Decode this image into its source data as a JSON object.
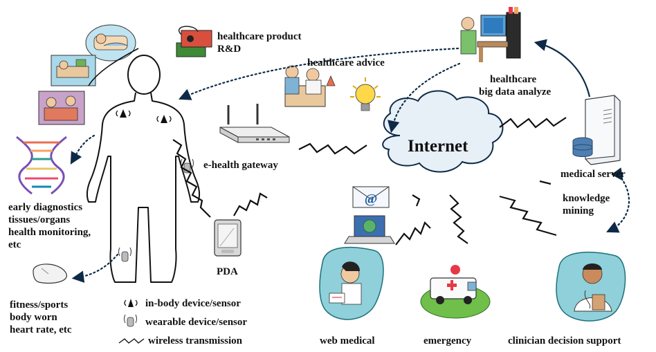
{
  "hub": {
    "label": "Internet"
  },
  "nodes": {
    "product_rd": {
      "lines": [
        "healthcare product",
        "R&D"
      ]
    },
    "advice": {
      "label": "healthcare advice"
    },
    "big_data": {
      "lines": [
        "healthcare",
        "big data analyze"
      ]
    },
    "gateway": {
      "label": "e-health gateway"
    },
    "server": {
      "label": "medical server"
    },
    "knowledge": {
      "lines": [
        "knowledge",
        "mining"
      ]
    },
    "early_diag": {
      "lines": [
        "early diagnostics",
        "tissues/organs",
        "health monitoring,",
        "etc"
      ]
    },
    "pda": {
      "label": "PDA"
    },
    "fitness": {
      "lines": [
        "fitness/sports",
        "body worn",
        "heart rate, etc"
      ]
    },
    "web_medical": {
      "label": "web medical"
    },
    "emergency": {
      "label": "emergency"
    },
    "clinician": {
      "label": "clinician decision support"
    }
  },
  "legend": {
    "in_body": "in-body device/sensor",
    "wearable": "wearable device/sensor",
    "wireless": "wireless transmission"
  },
  "email_symbol": "@",
  "colors": {
    "text": "#111111",
    "link": "#0e2a47",
    "cloud_fill": "#e7eff7",
    "cloud_stroke": "#0e2a47",
    "teal": "#2b8a95",
    "green": "#3a8a2e"
  }
}
